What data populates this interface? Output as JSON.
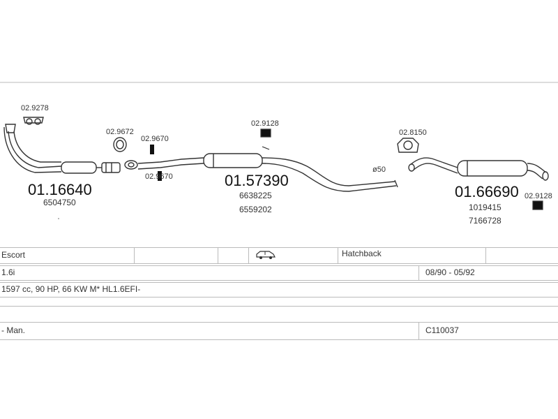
{
  "parts": {
    "front_pipe_clamp": "02.9278",
    "front_pipe": "01.16640",
    "front_pipe_oe": "6504750",
    "ring_seal": "02.9672",
    "rubber_mount_upper": "02.9670",
    "rubber_mount_lower": "02.9670",
    "center_mount": "02.9128",
    "center_silencer": "01.57390",
    "center_oe_1": "6638225",
    "center_oe_2": "6559202",
    "diameter_label": "ø50",
    "rear_mount_ring": "02.8150",
    "rear_silencer": "01.66690",
    "rear_oe_1": "1019415",
    "rear_oe_2": "7166728",
    "rear_mount": "02.9128"
  },
  "vehicle": {
    "model": "Escort",
    "body_icon": "hatchback-car-icon",
    "body_type": "Hatchback",
    "engine": "1.6i",
    "period": "08/90 - 05/92",
    "specs": "1597 cc, 90 HP, 66 KW  M* HL1.6EFI-",
    "transmission": "- Man.",
    "code": "C110037"
  }
}
